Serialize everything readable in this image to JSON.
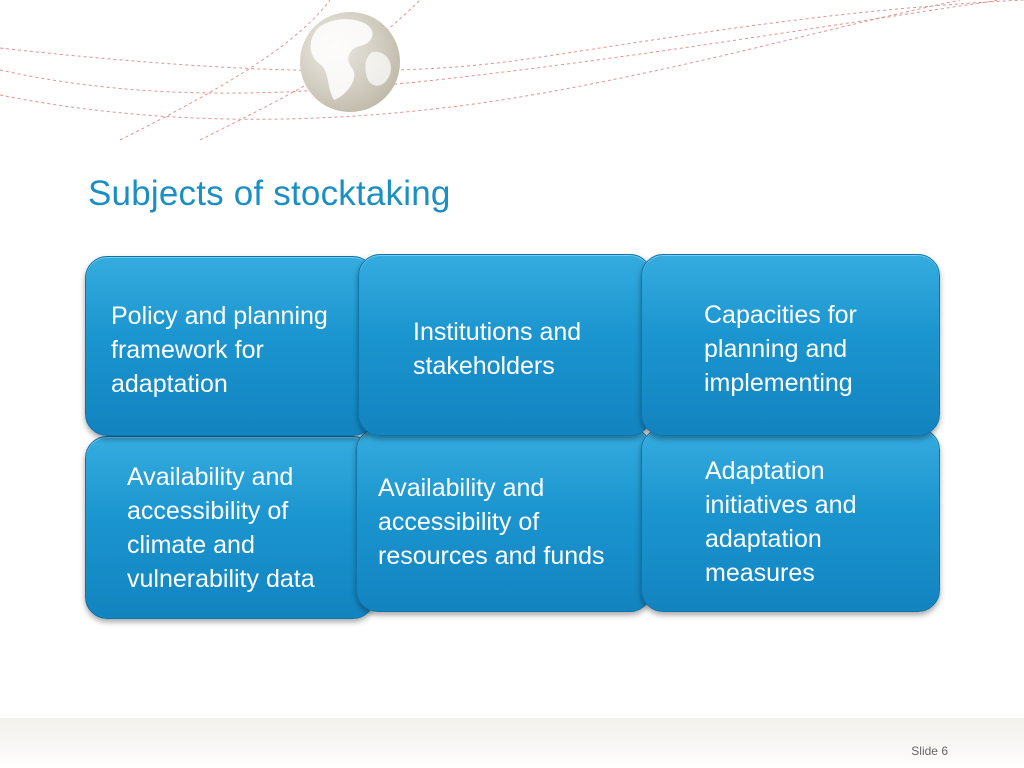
{
  "slide": {
    "title": "Subjects of stocktaking",
    "number_label": "Slide 6"
  },
  "colors": {
    "title": "#1a8fc3",
    "tile_fill": "#1b95cf",
    "tile_border": "#0f74aa",
    "decor_line": "#e3938f"
  },
  "tiles": [
    {
      "text": "Policy and planning\nframework for\nadaptation"
    },
    {
      "text": "Institutions and\nstakeholders"
    },
    {
      "text": "Capacities for\nplanning and\nimplementing"
    },
    {
      "text": "Availability and\naccessibility of\nclimate and\nvulnerability data"
    },
    {
      "text": "Availability and\naccessibility of\nresources and funds"
    },
    {
      "text": "Adaptation\ninitiatives and\nadaptation\nmeasures"
    }
  ]
}
